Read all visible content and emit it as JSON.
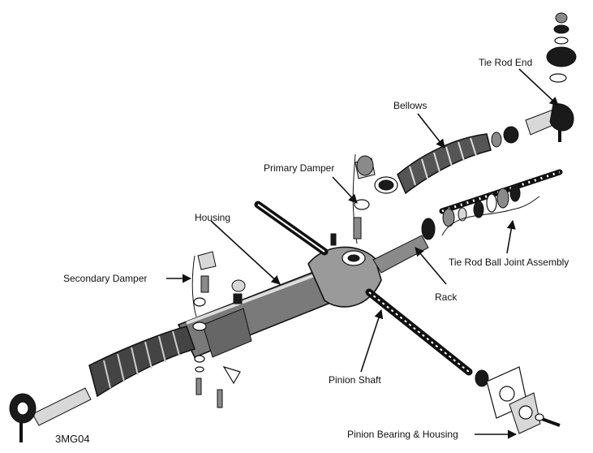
{
  "labels": {
    "tie_rod_end": "Tie Rod End",
    "bellows": "Bellows",
    "primary_damper": "Primary Damper",
    "housing": "Housing",
    "tie_rod_ball_joint_assembly": "Tie Rod Ball Joint Assembly",
    "secondary_damper": "Secondary Damper",
    "rack": "Rack",
    "pinion_shaft": "Pinion Shaft",
    "pinion_bearing_housing": "Pinion Bearing & Housing"
  },
  "figure_code": "3MG04"
}
